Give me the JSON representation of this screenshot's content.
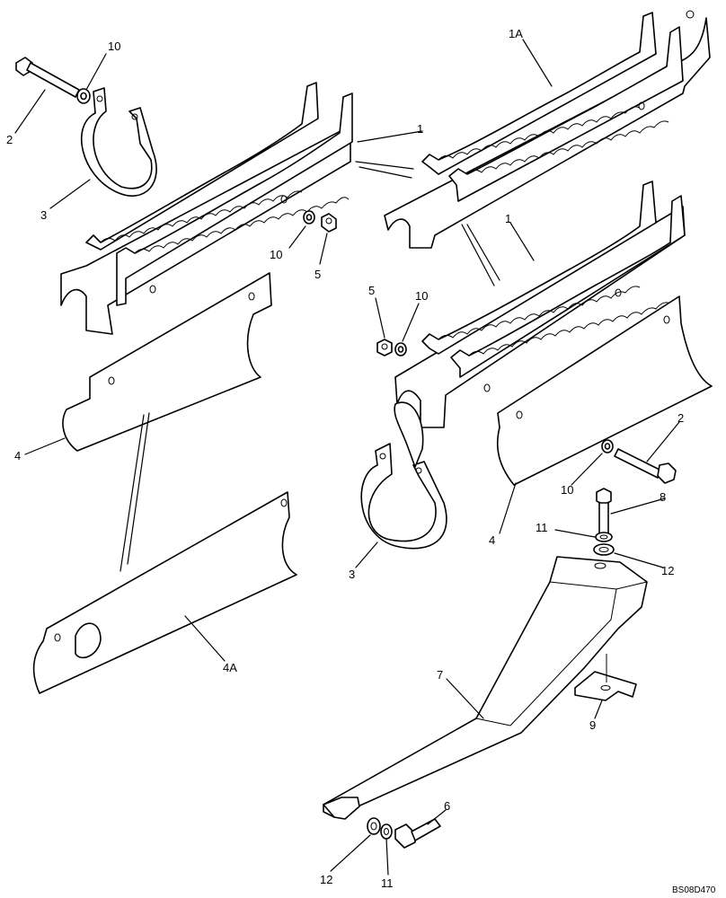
{
  "drawing_code": "BS08D470",
  "labels": [
    {
      "id": "lbl-10-a",
      "text": "10"
    },
    {
      "id": "lbl-2-a",
      "text": "2"
    },
    {
      "id": "lbl-3-a",
      "text": "3"
    },
    {
      "id": "lbl-1a",
      "text": "1A"
    },
    {
      "id": "lbl-1-a",
      "text": "1"
    },
    {
      "id": "lbl-1-b",
      "text": "1"
    },
    {
      "id": "lbl-10-b",
      "text": "10"
    },
    {
      "id": "lbl-5-a",
      "text": "5"
    },
    {
      "id": "lbl-5-b",
      "text": "5"
    },
    {
      "id": "lbl-10-c",
      "text": "10"
    },
    {
      "id": "lbl-4-a",
      "text": "4"
    },
    {
      "id": "lbl-4a",
      "text": "4A"
    },
    {
      "id": "lbl-2-b",
      "text": "2"
    },
    {
      "id": "lbl-10-d",
      "text": "10"
    },
    {
      "id": "lbl-8",
      "text": "8"
    },
    {
      "id": "lbl-11-a",
      "text": "11"
    },
    {
      "id": "lbl-12-a",
      "text": "12"
    },
    {
      "id": "lbl-4-b",
      "text": "4"
    },
    {
      "id": "lbl-3-b",
      "text": "3"
    },
    {
      "id": "lbl-7",
      "text": "7"
    },
    {
      "id": "lbl-9",
      "text": "9"
    },
    {
      "id": "lbl-6",
      "text": "6"
    },
    {
      "id": "lbl-12-b",
      "text": "12"
    },
    {
      "id": "lbl-11-b",
      "text": "11"
    }
  ]
}
